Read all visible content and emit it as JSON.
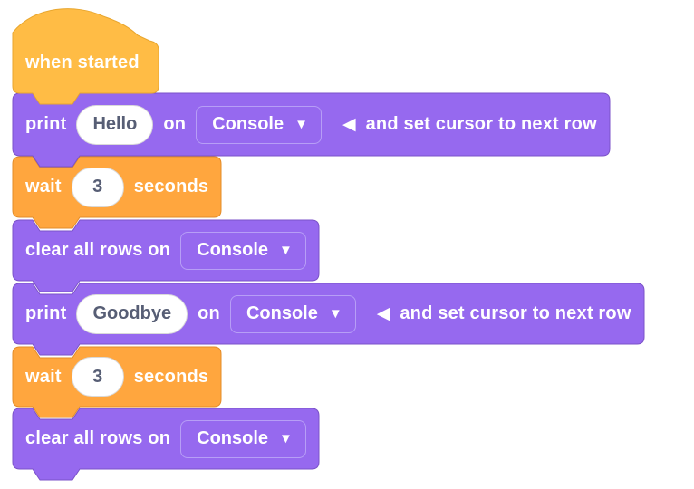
{
  "colors": {
    "purple": "#9669EF",
    "purple_stroke": "#7B52C8",
    "orange": "#FFA63E",
    "orange_stroke": "#E38C28",
    "hat_orange": "#FFBC45",
    "hat_orange_stroke": "#E8A62E",
    "input_background": "#FFFFFF",
    "input_border": "#D9D9D9",
    "input_text": "#575E75",
    "dropdown_border": "#B79EF6",
    "label_text": "#FFFFFF"
  },
  "icons": {
    "dropdown_caret": "▼",
    "collapse_arrow": "◀"
  },
  "blocks": {
    "when_started": {
      "label": "when started"
    },
    "print_hello": {
      "verb": "print",
      "value": "Hello",
      "on": "on",
      "target": "Console",
      "suffix": "and set cursor to next row"
    },
    "wait_1": {
      "verb": "wait",
      "value": "3",
      "unit": "seconds"
    },
    "clear_1": {
      "label": "clear all rows on",
      "target": "Console"
    },
    "print_goodbye": {
      "verb": "print",
      "value": "Goodbye",
      "on": "on",
      "target": "Console",
      "suffix": "and set cursor to next row"
    },
    "wait_2": {
      "verb": "wait",
      "value": "3",
      "unit": "seconds"
    },
    "clear_2": {
      "label": "clear all rows on",
      "target": "Console"
    }
  }
}
